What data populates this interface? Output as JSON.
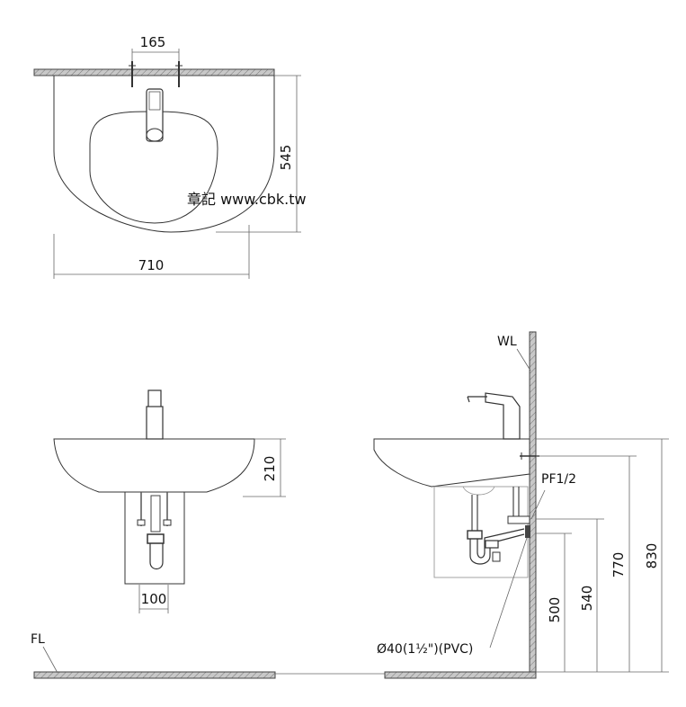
{
  "top_view": {
    "dim_faucet_spacing": "165",
    "dim_depth": "545",
    "dim_width": "710",
    "watermark": "章記 www.cbk.tw"
  },
  "front_view": {
    "dim_basin_height": "210",
    "dim_pedestal_width": "100",
    "floor_label": "FL"
  },
  "side_view": {
    "wall_label": "WL",
    "supply_label": "PF1/2",
    "drain_label": "Ø40(1½\")(PVC)",
    "dim_500": "500",
    "dim_540": "540",
    "dim_770": "770",
    "dim_830": "830"
  }
}
